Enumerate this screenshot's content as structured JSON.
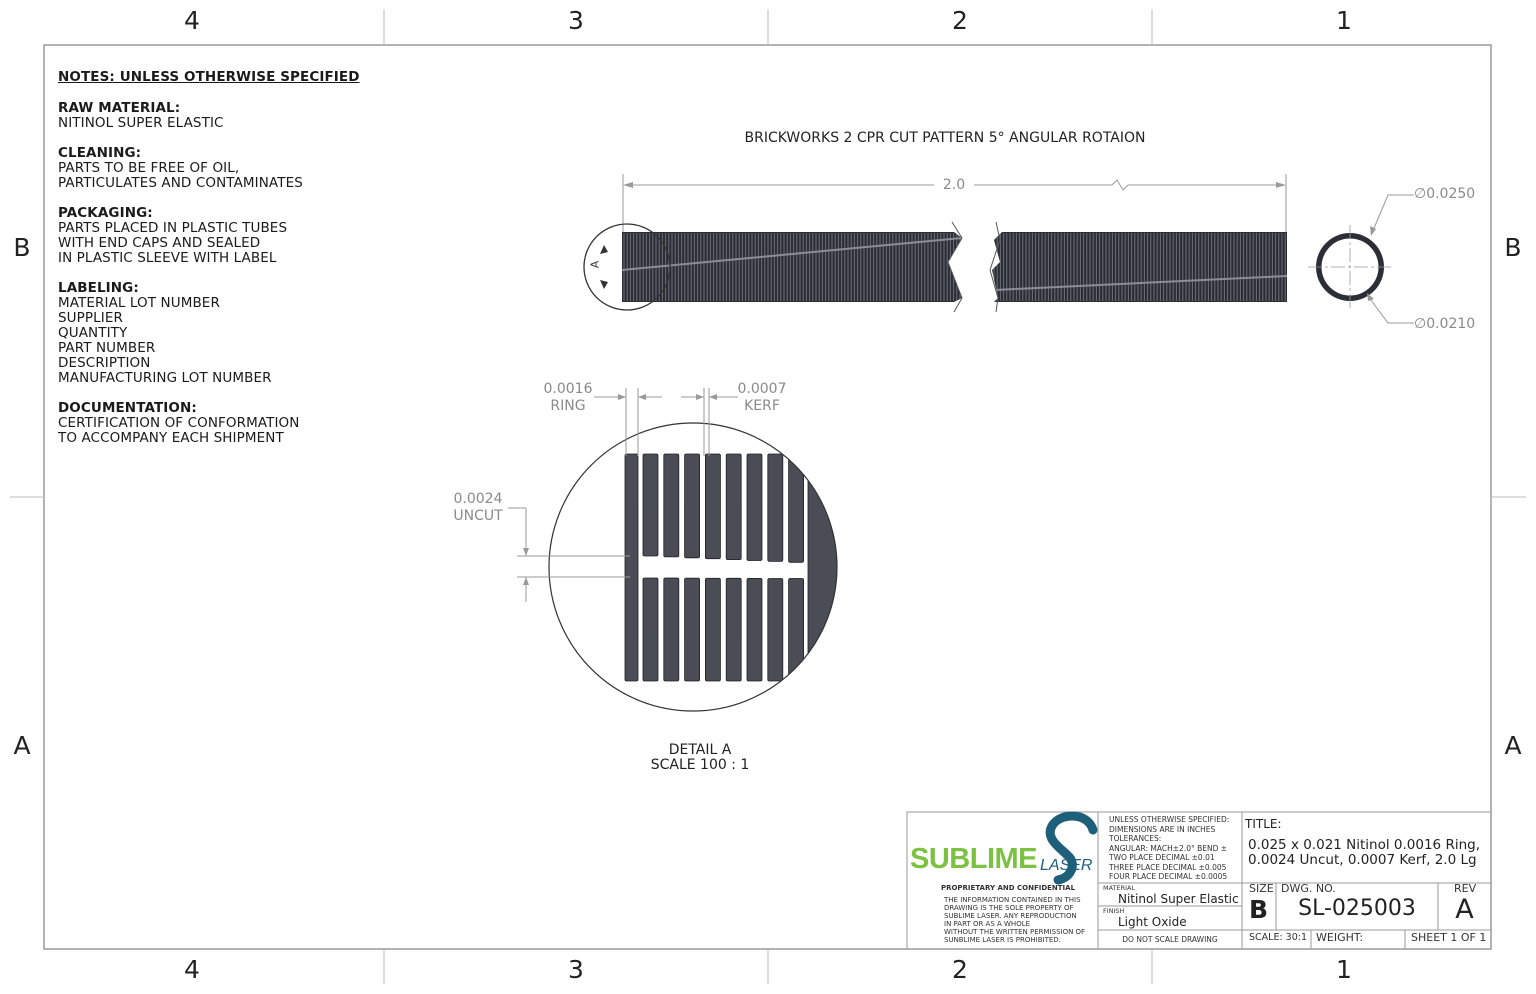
{
  "zones": {
    "columns": [
      "4",
      "3",
      "2",
      "1"
    ],
    "rows": [
      "B",
      "A"
    ]
  },
  "notes": {
    "heading": "NOTES: UNLESS OTHERWISE SPECIFIED",
    "sections": [
      {
        "title": "RAW MATERIAL:",
        "lines": [
          "NITINOL SUPER ELASTIC"
        ]
      },
      {
        "title": "CLEANING:",
        "lines": [
          "PARTS TO BE FREE OF OIL,",
          "PARTICULATES AND CONTAMINATES"
        ]
      },
      {
        "title": "PACKAGING:",
        "lines": [
          "PARTS PLACED IN PLASTIC TUBES",
          "WITH END CAPS AND SEALED",
          "IN PLASTIC SLEEVE WITH LABEL"
        ]
      },
      {
        "title": "LABELING:",
        "lines": [
          "MATERIAL LOT NUMBER",
          "SUPPLIER",
          "QUANTITY",
          "PART NUMBER",
          "DESCRIPTION",
          "MANUFACTURING LOT NUMBER"
        ]
      },
      {
        "title": "DOCUMENTATION:",
        "lines": [
          "CERTIFICATION OF CONFORMATION",
          "TO ACCOMPANY EACH SHIPMENT"
        ]
      }
    ]
  },
  "drawing": {
    "main_title": "BRICKWORKS 2 CPR CUT PATTERN 5° ANGULAR ROTAION",
    "length_dim": "2.0",
    "detail_marker": "A",
    "outer_diameter": "∅0.0250",
    "inner_diameter": "∅0.0210",
    "ring_dim": {
      "value": "0.0016",
      "label": "RING"
    },
    "kerf_dim": {
      "value": "0.0007",
      "label": "KERF"
    },
    "uncut_dim": {
      "value": "0.0024",
      "label": "UNCUT"
    },
    "detail_caption": "DETAIL A",
    "detail_scale": "SCALE 100 : 1"
  },
  "title_block": {
    "logo": {
      "main": "SUBLIME",
      "sub": "LASER"
    },
    "proprietary_heading": "PROPRIETARY AND CONFIDENTIAL",
    "proprietary_lines": [
      "THE INFORMATION CONTAINED IN THIS",
      "DRAWING IS THE SOLE PROPERTY OF",
      "SUBLIME LASER.  ANY REPRODUCTION",
      "IN PART OR AS A WHOLE",
      "WITHOUT THE WRITTEN PERMISSION OF",
      "SUNBLIME LASER IS PROHIBITED."
    ],
    "tolerance_lines": [
      "UNLESS OTHERWISE SPECIFIED:",
      "DIMENSIONS ARE IN INCHES",
      "TOLERANCES:",
      "ANGULAR: MACH±2.0° BEND ±",
      "TWO PLACE DECIMAL    ±0.01",
      "THREE PLACE DECIMAL  ±0.005",
      "FOUR PLACE DECIMAL  ±0.0005"
    ],
    "material_label": "MATERIAL",
    "material_value": "Nitinol Super Elastic",
    "finish_label": "FINISH",
    "finish_value": "Light Oxide",
    "no_scale": "DO NOT SCALE DRAWING",
    "title_label": "TITLE:",
    "title_lines": [
      "0.025 x 0.021 Nitinol 0.0016 Ring,",
      "0.0024 Uncut, 0.0007 Kerf, 2.0 Lg"
    ],
    "size_label": "SIZE",
    "size_value": "B",
    "dwg_label": "DWG.  NO.",
    "dwg_value": "SL-025003",
    "rev_label": "REV",
    "rev_value": "A",
    "scale": "SCALE: 30:1",
    "weight": "WEIGHT:",
    "sheet": "SHEET 1 OF 1"
  },
  "colors": {
    "border": "#9a9a9a",
    "dimension": "#8a8a8a",
    "tube": "#2c2e36",
    "logo_green": "#7cc142",
    "logo_blue": "#1e5f7a"
  }
}
